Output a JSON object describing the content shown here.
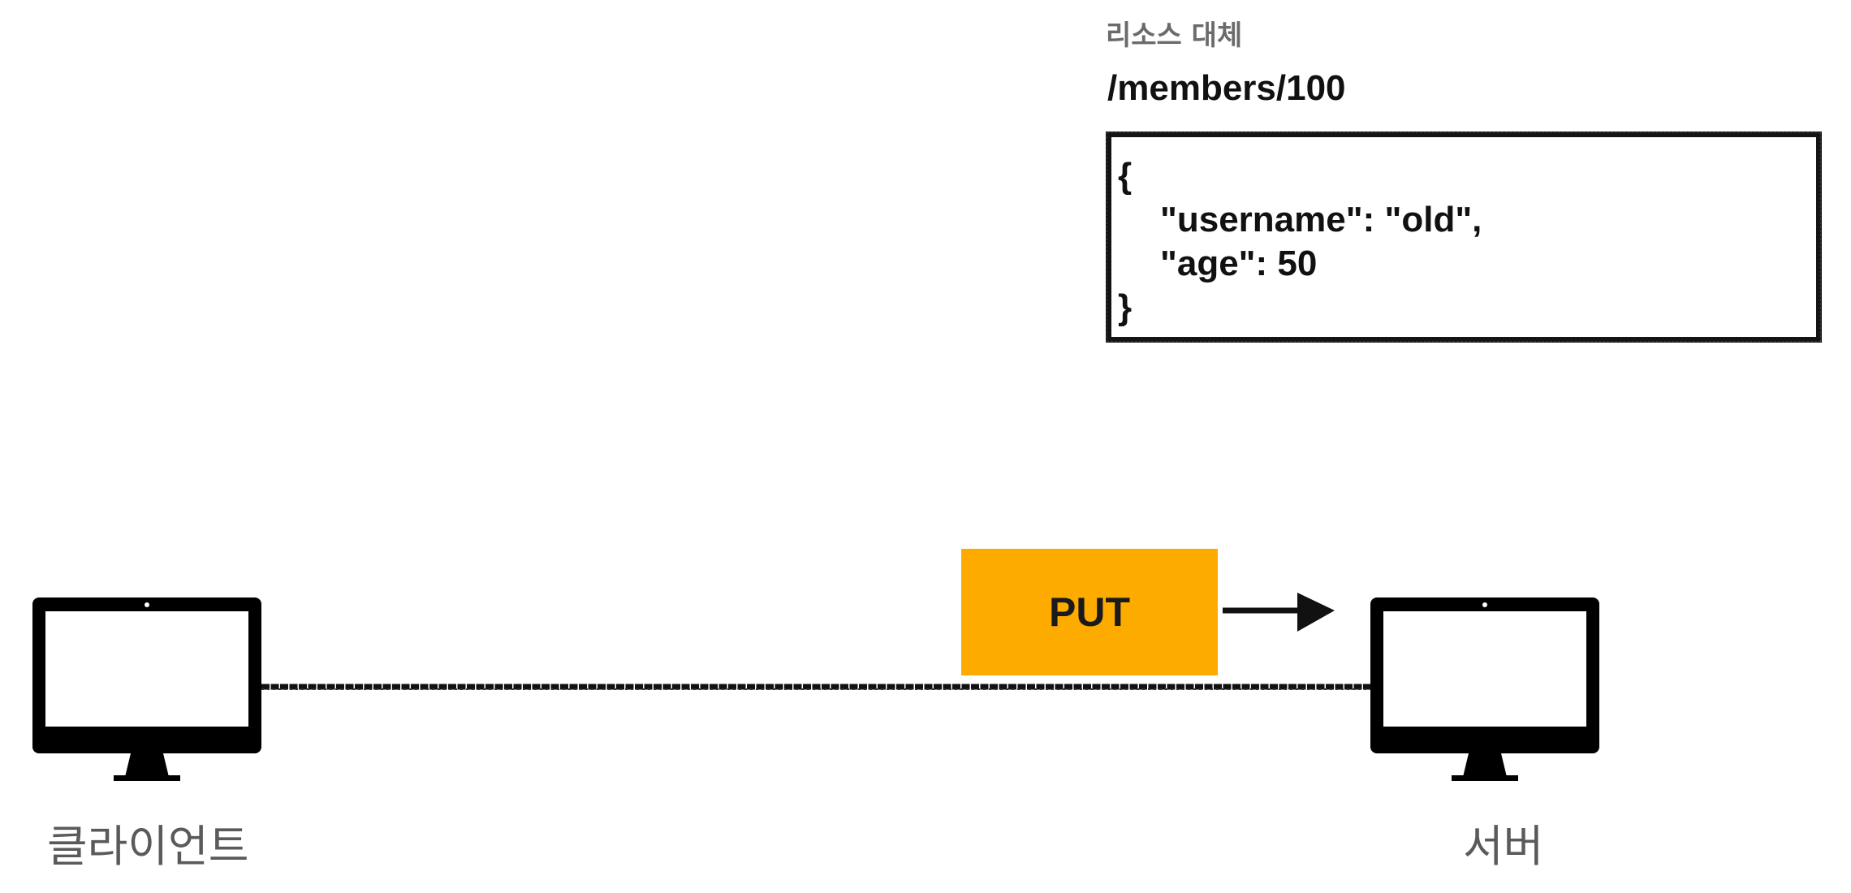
{
  "resource": {
    "caption": "리소스 대체",
    "path": "/members/100",
    "json_lines": [
      "{",
      "\"username\": \"old\",",
      "\"age\": 50",
      "}"
    ]
  },
  "request": {
    "method": "PUT"
  },
  "nodes": {
    "client_label": "클라이언트",
    "server_label": "서버"
  },
  "colors": {
    "method_box": "#feab00",
    "ink": "#111111",
    "label_gray": "#5a5a5a"
  },
  "icons": [
    "monitor-icon",
    "arrow-right-icon"
  ]
}
